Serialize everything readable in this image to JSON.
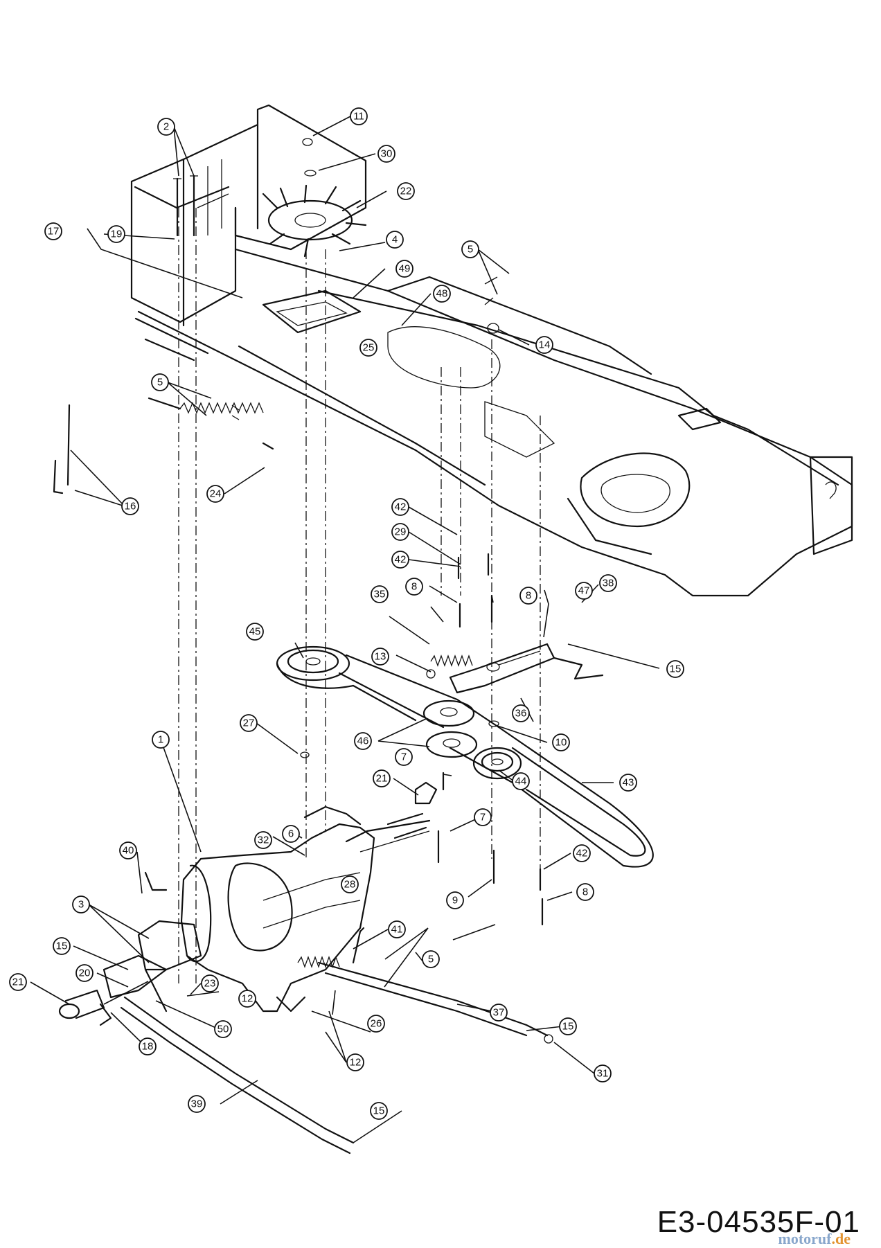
{
  "drawing_code": "E3-04535F-01",
  "watermark": {
    "text": "motoruf",
    "suffix": ".de"
  },
  "callouts": [
    {
      "label": "1"
    },
    {
      "label": "2"
    },
    {
      "label": "3"
    },
    {
      "label": "4"
    },
    {
      "label": "5"
    },
    {
      "label": "5"
    },
    {
      "label": "5"
    },
    {
      "label": "6"
    },
    {
      "label": "7"
    },
    {
      "label": "7"
    },
    {
      "label": "8"
    },
    {
      "label": "8"
    },
    {
      "label": "8"
    },
    {
      "label": "9"
    },
    {
      "label": "10"
    },
    {
      "label": "11"
    },
    {
      "label": "12"
    },
    {
      "label": "12"
    },
    {
      "label": "13"
    },
    {
      "label": "14"
    },
    {
      "label": "15"
    },
    {
      "label": "15"
    },
    {
      "label": "15"
    },
    {
      "label": "15"
    },
    {
      "label": "16"
    },
    {
      "label": "17"
    },
    {
      "label": "18"
    },
    {
      "label": "19"
    },
    {
      "label": "20"
    },
    {
      "label": "21"
    },
    {
      "label": "21"
    },
    {
      "label": "22"
    },
    {
      "label": "23"
    },
    {
      "label": "24"
    },
    {
      "label": "25"
    },
    {
      "label": "26"
    },
    {
      "label": "27"
    },
    {
      "label": "28"
    },
    {
      "label": "29"
    },
    {
      "label": "30"
    },
    {
      "label": "31"
    },
    {
      "label": "32"
    },
    {
      "label": "35"
    },
    {
      "label": "36"
    },
    {
      "label": "37"
    },
    {
      "label": "38"
    },
    {
      "label": "39"
    },
    {
      "label": "40"
    },
    {
      "label": "41"
    },
    {
      "label": "42"
    },
    {
      "label": "42"
    },
    {
      "label": "42"
    },
    {
      "label": "43"
    },
    {
      "label": "44"
    },
    {
      "label": "45"
    },
    {
      "label": "46"
    },
    {
      "label": "47"
    },
    {
      "label": "48"
    },
    {
      "label": "49"
    },
    {
      "label": "50"
    }
  ]
}
